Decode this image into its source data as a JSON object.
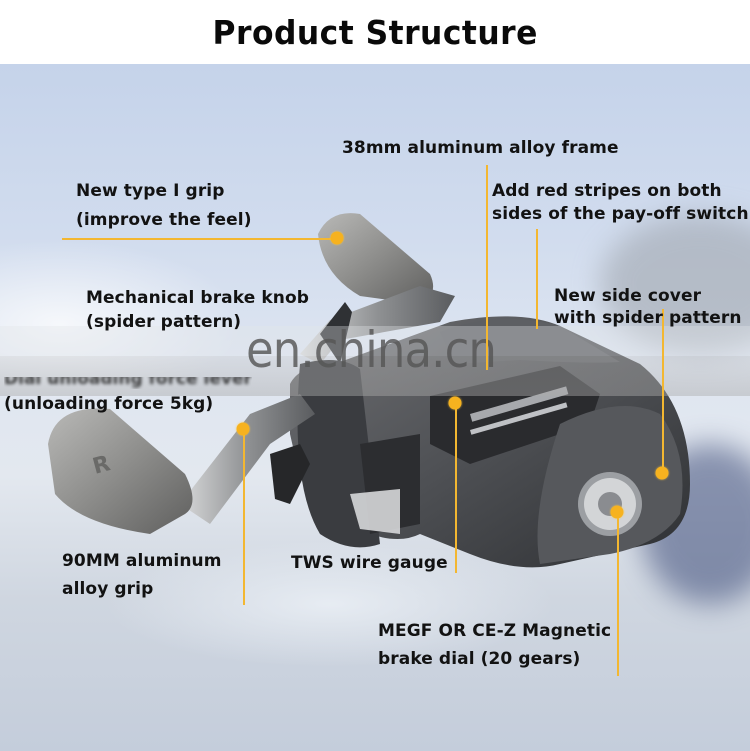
{
  "header": {
    "title": "Product Structure"
  },
  "watermark": {
    "text": "en.china.cn"
  },
  "colors": {
    "leader": "#f3b731",
    "dot": "#f6b21f",
    "text": "#121212"
  },
  "callouts": [
    {
      "id": "frame",
      "lines": [
        "38mm aluminum alloy frame"
      ]
    },
    {
      "id": "red-stripes",
      "lines": [
        "Add red stripes on both",
        "sides of the pay-off switch"
      ]
    },
    {
      "id": "grip",
      "lines": [
        "New type I grip",
        "(improve the feel)"
      ]
    },
    {
      "id": "brake-knob",
      "lines": [
        "Mechanical brake knob",
        "(spider pattern)"
      ]
    },
    {
      "id": "side-cover",
      "lines": [
        "New side cover",
        "with spider pattern"
      ]
    },
    {
      "id": "unloading-lever",
      "lines": [
        "Dial unloading force lever",
        "(unloading force 5kg)"
      ]
    },
    {
      "id": "aluminum-grip",
      "lines": [
        "90MM aluminum",
        "alloy grip"
      ]
    },
    {
      "id": "tws",
      "lines": [
        "TWS wire gauge"
      ]
    },
    {
      "id": "magnetic-dial",
      "lines": [
        "MEGF OR CE-Z Magnetic",
        "brake dial (20 gears)"
      ]
    }
  ]
}
